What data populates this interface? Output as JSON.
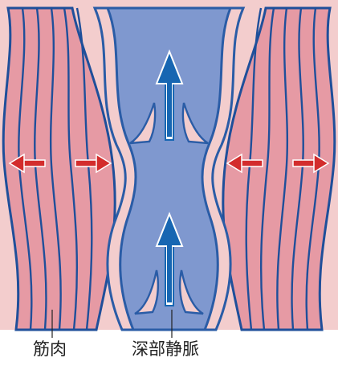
{
  "labels": {
    "muscle": "筋肉",
    "deep_vein": "深部静脈"
  },
  "colors": {
    "background": "#ffffff",
    "muscle_fill": "#e69aa4",
    "muscle_light": "#f4c2c6",
    "tissue_pink": "#f3cdcd",
    "vein_fill": "#7f98cf",
    "vein_outline": "#2a5ca6",
    "arrow_blue": "#1766b2",
    "arrow_red": "#d32c2c",
    "stroke_dark": "#1f4f9a"
  },
  "arrows": {
    "flow_direction": "up",
    "muscle_push_direction": "outward-and-inward"
  }
}
